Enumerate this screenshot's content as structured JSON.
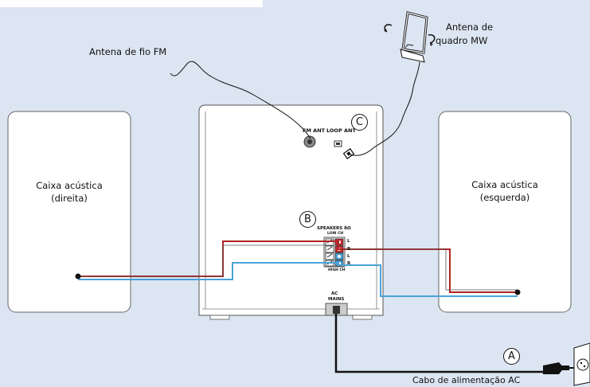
{
  "labels": {
    "fm_wire_antenna": "Antena de fio FM",
    "mw_loop_antenna_line1": "Antena de",
    "mw_loop_antenna_line2": "quadro MW",
    "speaker_right_line1": "Caixa acústica",
    "speaker_right_line2": "(direita)",
    "speaker_left_line1": "Caixa acústica",
    "speaker_left_line2": "(esquerda)",
    "power_cord": "Cabo de alimentação AC"
  },
  "panel": {
    "fm_ant": "FM ANT",
    "loop_ant": "LOOP ANT",
    "speakers": "SPEAKERS 8Ω",
    "low_ch": "LOW CH",
    "high_ch": "HIGH CH",
    "l_top": "L",
    "r_top": "R",
    "l_bottom": "L",
    "r_bottom": "R",
    "ac": "AC",
    "mains": "MAINS"
  },
  "callouts": {
    "a": "A",
    "b": "B",
    "c": "C"
  },
  "colors": {
    "background": "#dce5f2",
    "panel_fill": "#ffffff",
    "outline": "#555555",
    "wire_red": "#b22222",
    "wire_blue": "#4aa3d8",
    "wire_black": "#111111"
  }
}
